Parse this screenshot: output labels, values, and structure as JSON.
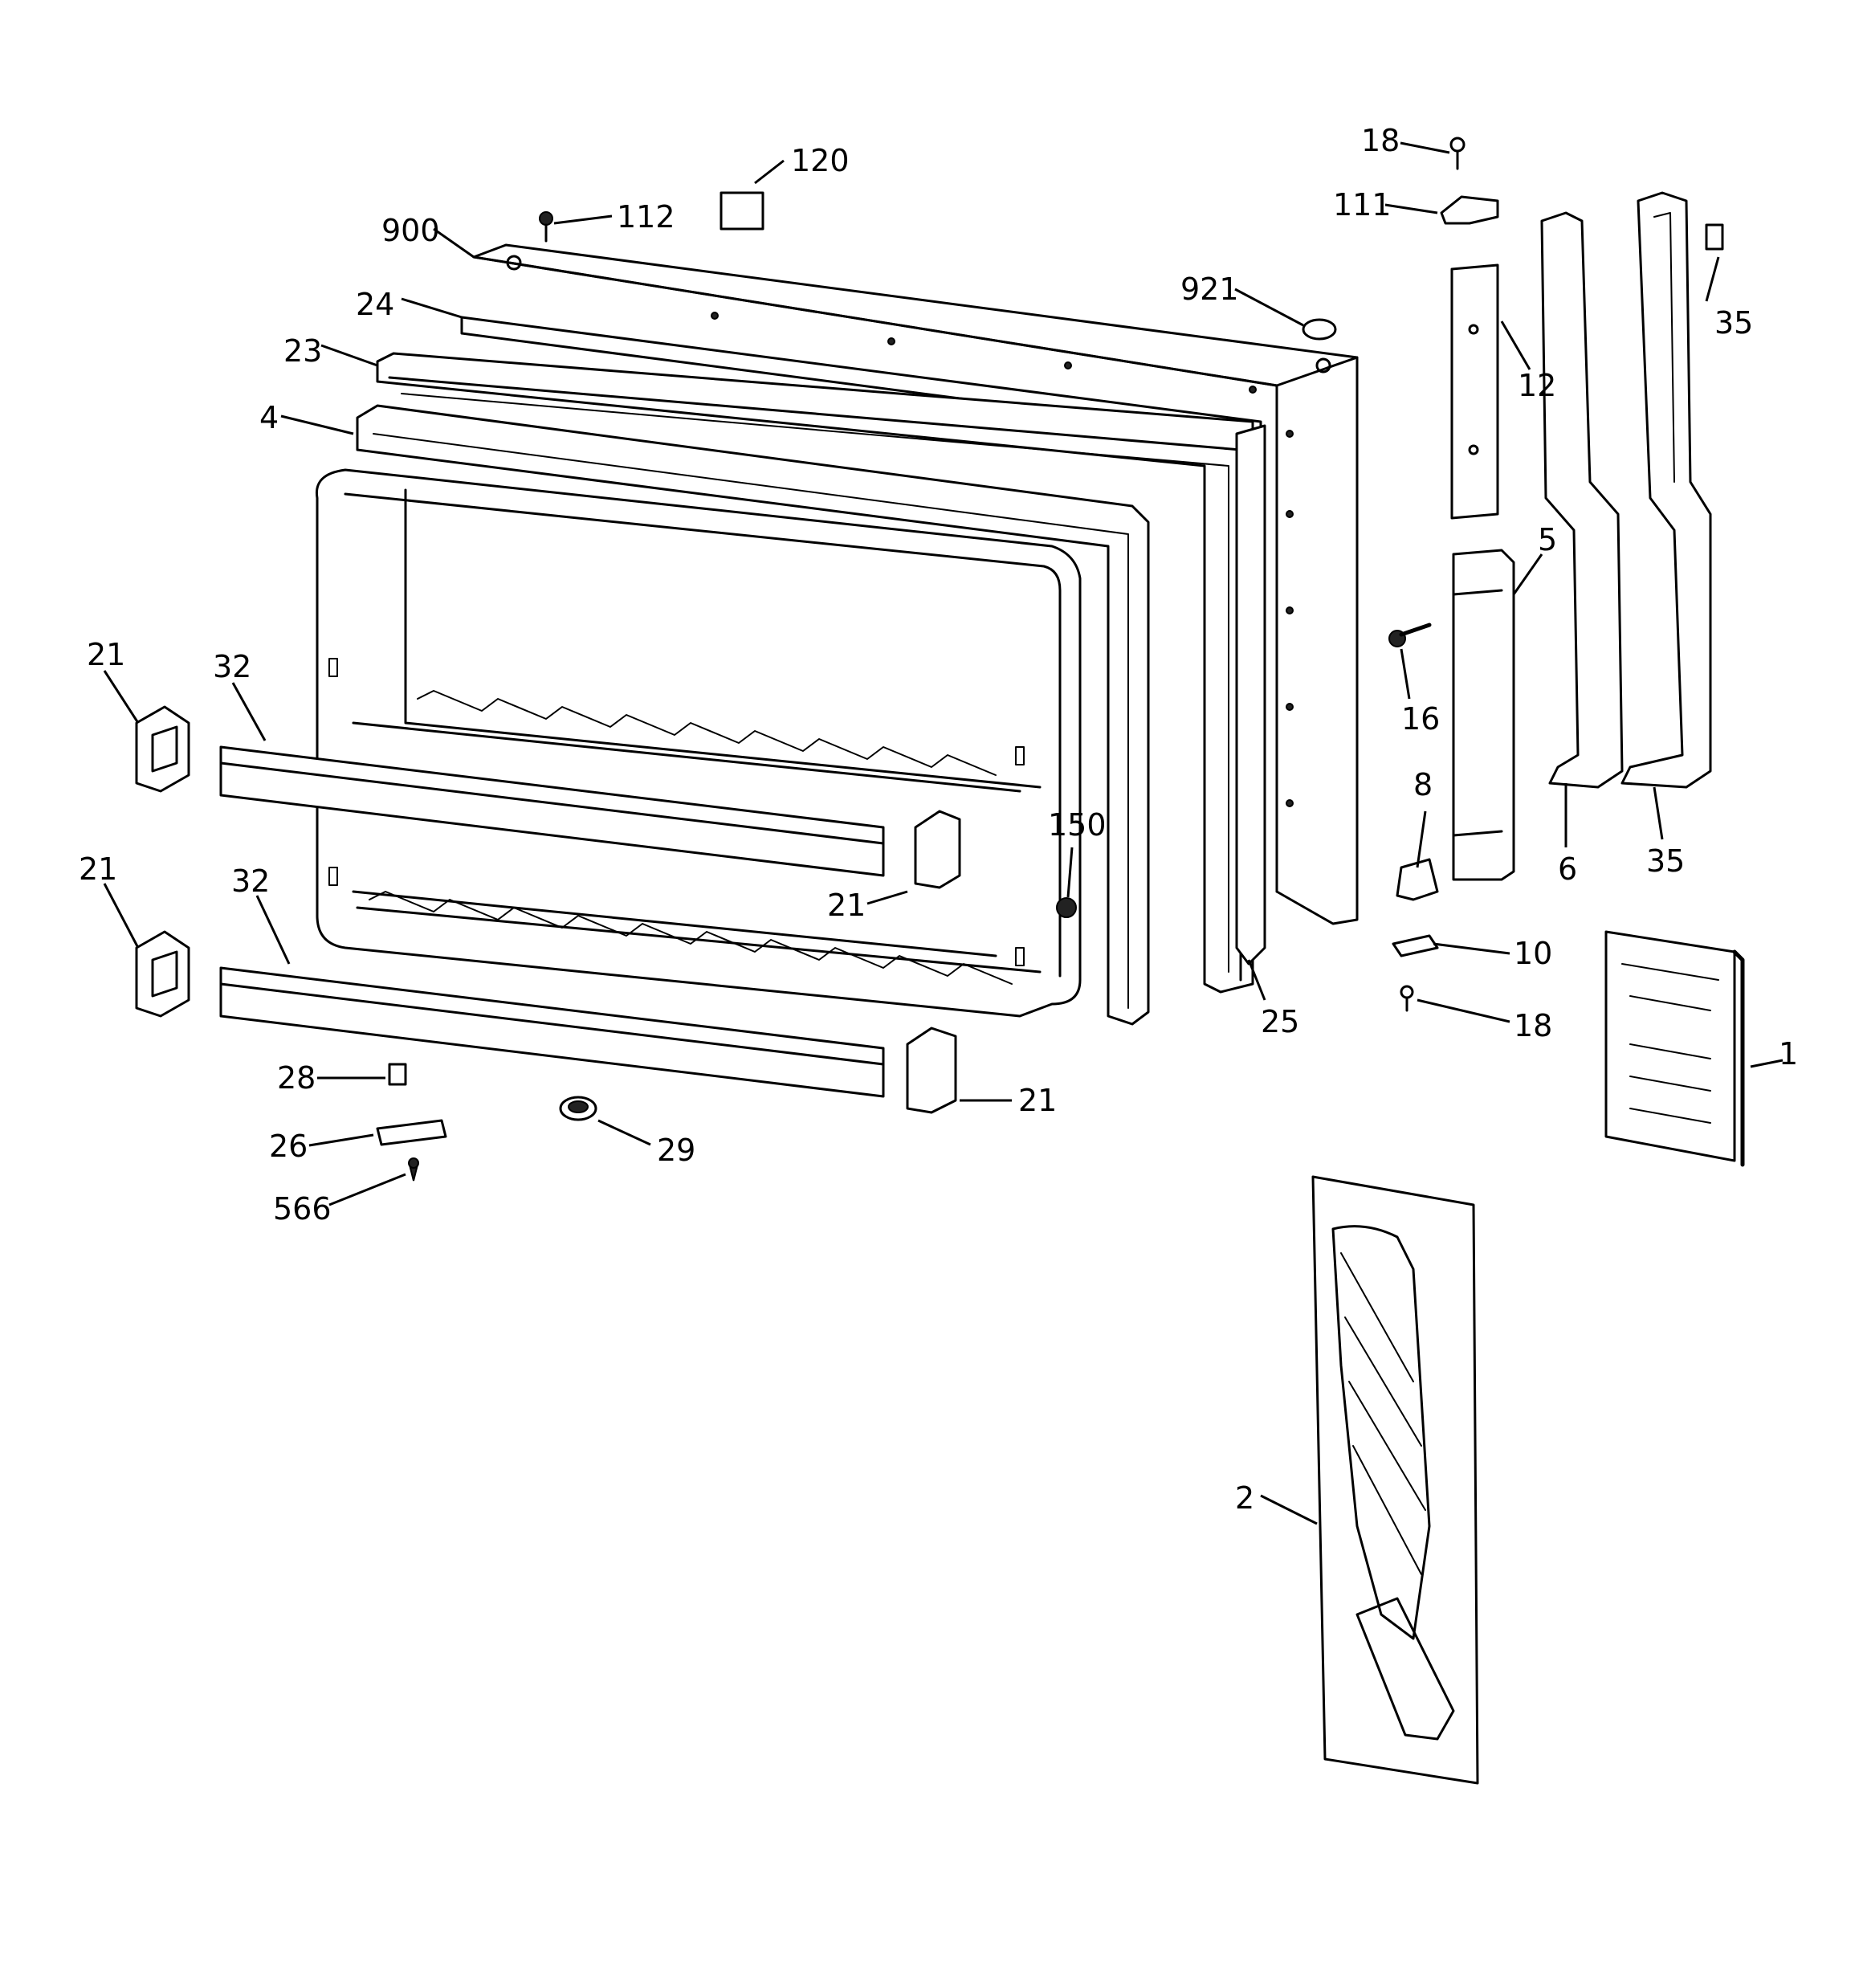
{
  "callouts": [
    {
      "id": "c120",
      "text": "120"
    },
    {
      "id": "c112",
      "text": "112"
    },
    {
      "id": "c900",
      "text": "900"
    },
    {
      "id": "c24",
      "text": "24"
    },
    {
      "id": "c23",
      "text": "23"
    },
    {
      "id": "c4",
      "text": "4"
    },
    {
      "id": "c921",
      "text": "921"
    },
    {
      "id": "c18a",
      "text": "18"
    },
    {
      "id": "c111",
      "text": "111"
    },
    {
      "id": "c12",
      "text": "12"
    },
    {
      "id": "c35a",
      "text": "35"
    },
    {
      "id": "c5",
      "text": "5"
    },
    {
      "id": "c16",
      "text": "16"
    },
    {
      "id": "c8",
      "text": "8"
    },
    {
      "id": "c6",
      "text": "6"
    },
    {
      "id": "c35b",
      "text": "35"
    },
    {
      "id": "c10",
      "text": "10"
    },
    {
      "id": "c18b",
      "text": "18"
    },
    {
      "id": "c1",
      "text": "1"
    },
    {
      "id": "c25",
      "text": "25"
    },
    {
      "id": "c150",
      "text": "150"
    },
    {
      "id": "c21a",
      "text": "21"
    },
    {
      "id": "c32a",
      "text": "32"
    },
    {
      "id": "c21b",
      "text": "21"
    },
    {
      "id": "c21c",
      "text": "21"
    },
    {
      "id": "c32b",
      "text": "32"
    },
    {
      "id": "c21d",
      "text": "21"
    },
    {
      "id": "c28",
      "text": "28"
    },
    {
      "id": "c26",
      "text": "26"
    },
    {
      "id": "c29",
      "text": "29"
    },
    {
      "id": "c566",
      "text": "566"
    },
    {
      "id": "c2",
      "text": "2"
    }
  ]
}
